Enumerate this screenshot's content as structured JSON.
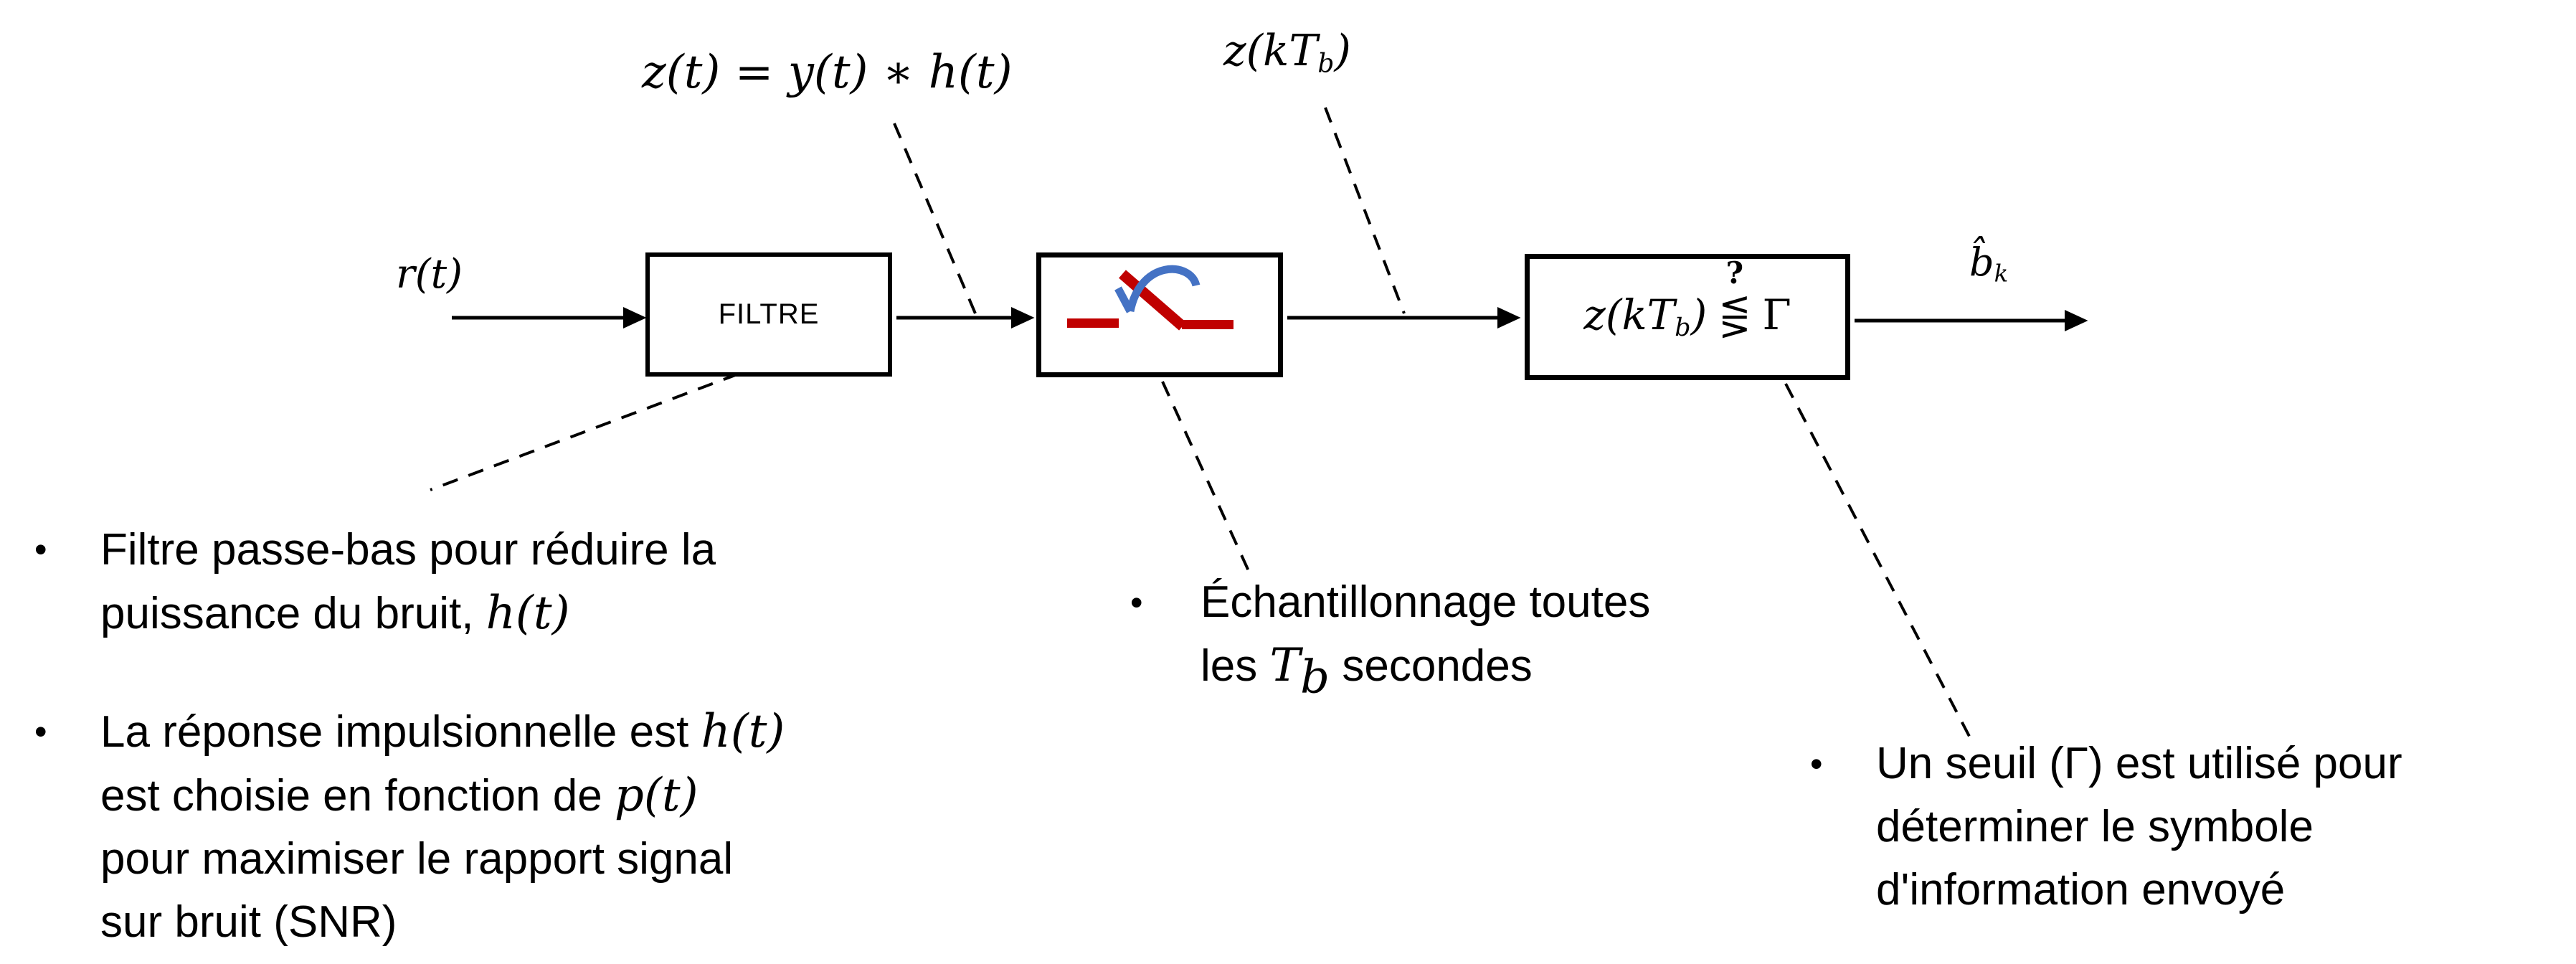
{
  "colors": {
    "ink": "#000000",
    "switch_red": "#c00000",
    "arc_blue": "#4472c4",
    "background": "#ffffff"
  },
  "top_labels": {
    "convolution": "z(t) = y(t) ∗ h(t)",
    "sampled": {
      "pre": "z(kT",
      "sub": "b",
      "post": ")"
    }
  },
  "chain": {
    "input": "r(t)",
    "filter": "FILTRE",
    "sampler_icon": "sampler-switch-icon",
    "decision": {
      "pre": "z(kT",
      "sub": "b",
      "close": ")",
      "question": "?",
      "relation": "⋚",
      "gamma": "Γ"
    },
    "output": {
      "pre": "b̂",
      "sub": "k"
    }
  },
  "bullet_glyph": "•",
  "notes": {
    "filter": {
      "lines": [
        {
          "t": "Filtre passe-bas pour réduire la"
        },
        {
          "t": "puissance du bruit, ",
          "m": "h(t)"
        }
      ]
    },
    "impulse": {
      "lines": [
        {
          "t": "La réponse impulsionnelle est ",
          "m": "h(t)"
        },
        {
          "t": "est choisie en fonction de ",
          "m": "p(t)"
        },
        {
          "t": "pour maximiser le rapport signal"
        },
        {
          "t": "sur bruit (SNR)"
        }
      ]
    },
    "sampling": {
      "lines": [
        {
          "t": "Échantillonnage toutes"
        },
        {
          "t": "les ",
          "m": "T",
          "sub": "b",
          "t2": " secondes"
        }
      ]
    },
    "threshold": {
      "lines": [
        {
          "t": "Un seuil (Γ) est utilisé pour"
        },
        {
          "t": "déterminer le symbole"
        },
        {
          "t": "d'information envoyé"
        }
      ]
    }
  }
}
